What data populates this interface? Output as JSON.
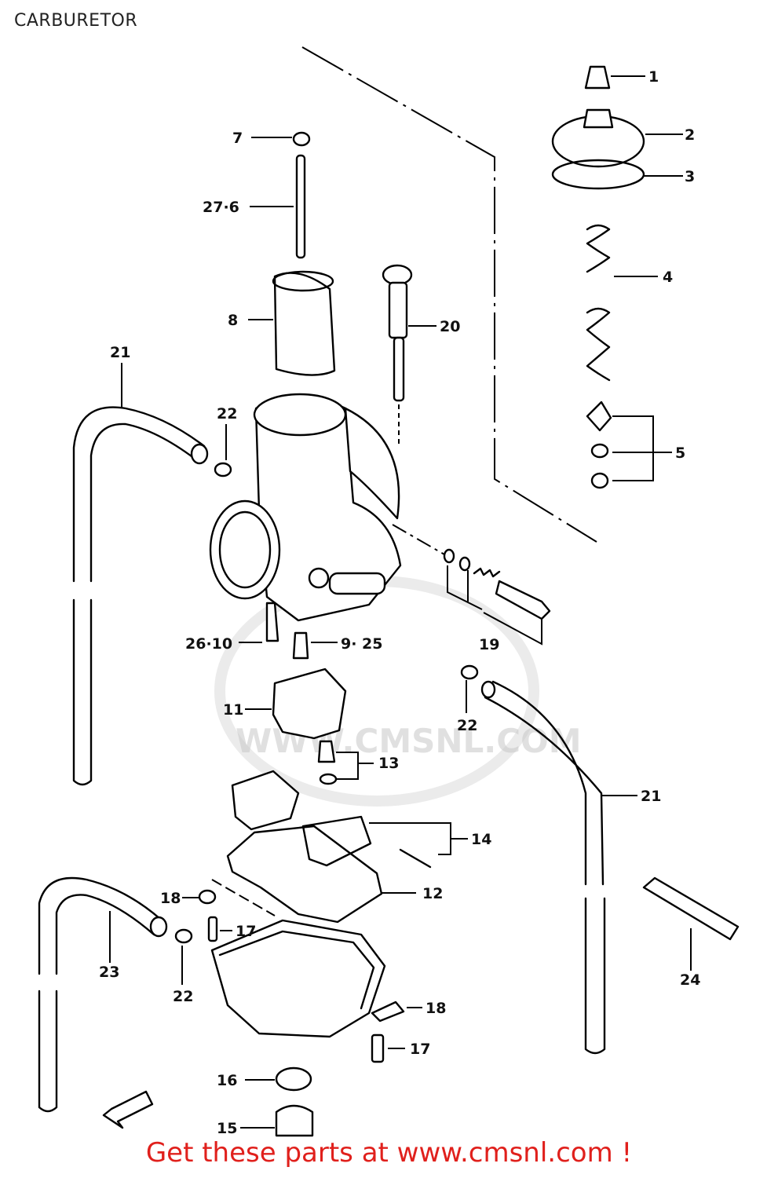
{
  "title": "CARBURETOR",
  "footer": "Get these parts at www.cmsnl.com !",
  "watermark": "WWW.CMSNL.COM",
  "callouts": [
    "1",
    "2",
    "3",
    "4",
    "5",
    "7",
    "27·6",
    "8",
    "20",
    "21",
    "22",
    "26·10",
    "9· 25",
    "19",
    "22",
    "11",
    "13",
    "21",
    "14",
    "12",
    "18",
    "17",
    "23",
    "22",
    "24",
    "18",
    "17",
    "16",
    "15"
  ]
}
